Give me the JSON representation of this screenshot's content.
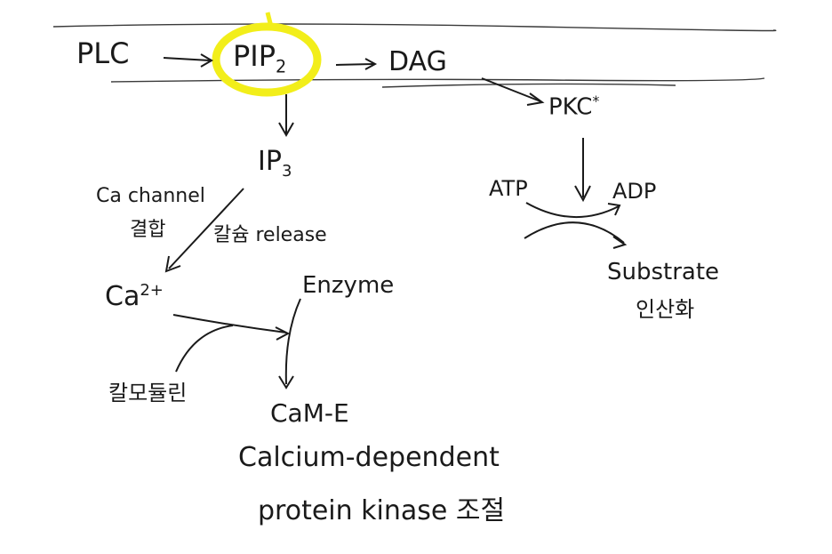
{
  "membrane": {
    "plc": "PLC",
    "pip2": "PIP",
    "pip2_sub": "2",
    "dag": "DAG"
  },
  "pkc_branch": {
    "pkc": "PKC",
    "pkc_sup": "*",
    "atp": "ATP",
    "adp": "ADP",
    "substrate": "Substrate",
    "phosphorylation": "인산화"
  },
  "ip3_branch": {
    "ip3": "IP",
    "ip3_sub": "3",
    "ca_channel": "Ca channel",
    "binding": "결합",
    "calcium_release": "칼슘 release",
    "calcium": "Ca",
    "calcium_sup": "2+",
    "enzyme": "Enzyme",
    "calmodulin": "칼모듈린",
    "cam_e": "CaM-E",
    "caption_line1": "Calcium-dependent",
    "caption_line2": "protein kinase 조절"
  },
  "colors": {
    "ink": "#1a1a1a",
    "highlight": "#f2ee1a"
  }
}
